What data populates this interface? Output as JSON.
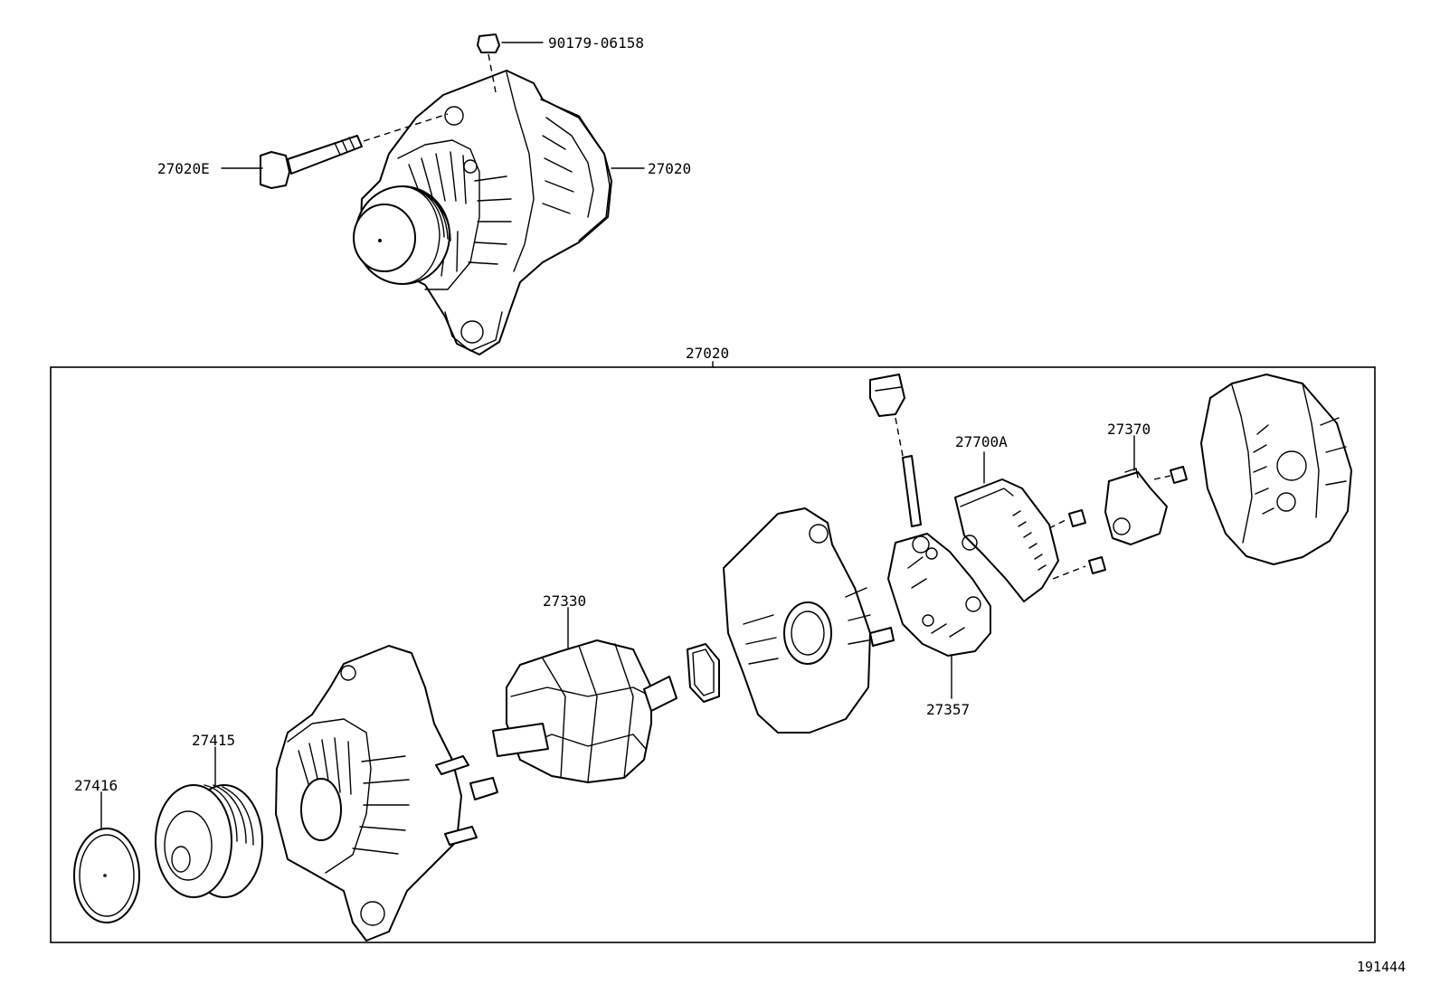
{
  "labels": {
    "bolt_top": "90179-06158",
    "bolt_long": "27020E",
    "assembly_top": "27020",
    "assembly_box": "27020",
    "rotor": "27330",
    "regulator": "27700A",
    "brush_holder": "27370",
    "rectifier": "27357",
    "pulley": "27415",
    "pulley_cap": "27416"
  },
  "diagram_ref": "191444"
}
